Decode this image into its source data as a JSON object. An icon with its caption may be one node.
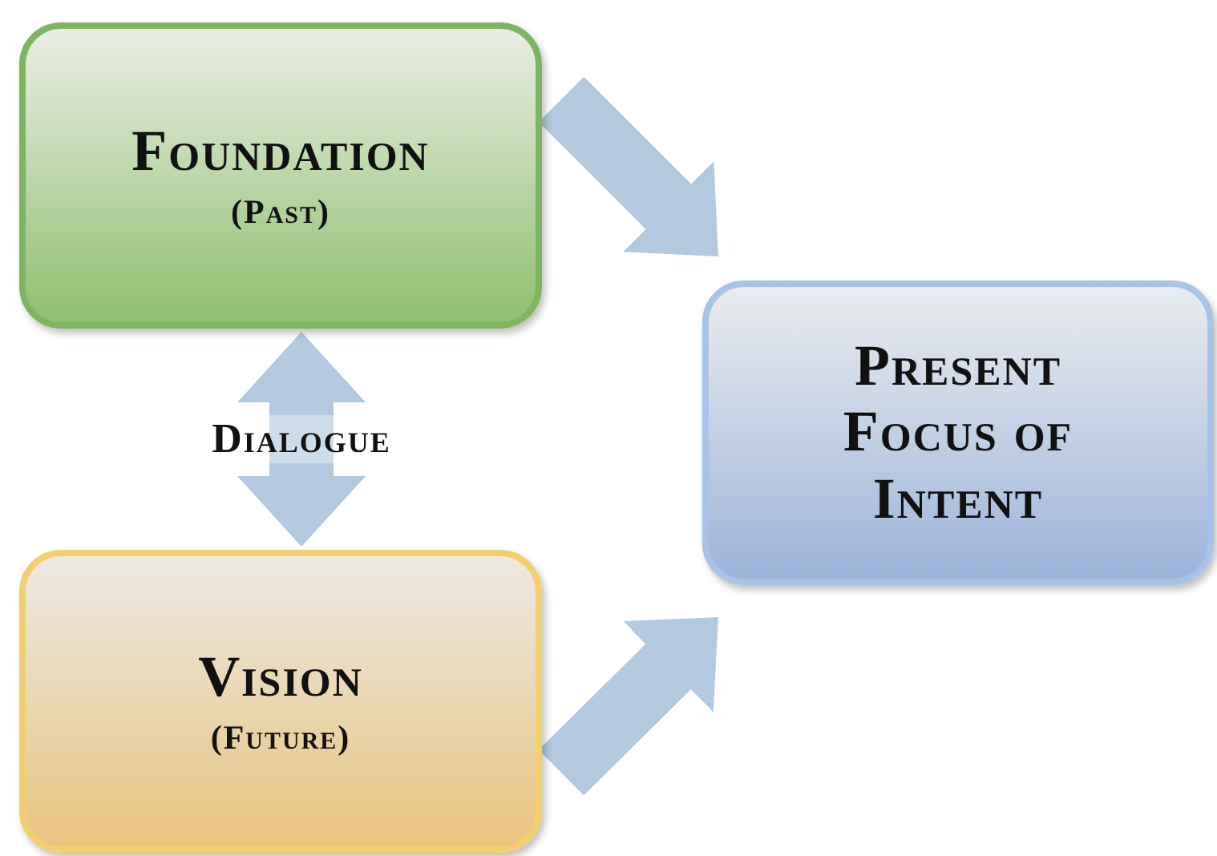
{
  "diagram": {
    "nodes": [
      {
        "text": [
          "Foundation",
          "(Past)"
        ]
      },
      {
        "text": [
          "Present Focus of Intent"
        ]
      },
      {
        "text": [
          "Vision",
          "(Future)"
        ]
      }
    ],
    "edges": [
      {
        "from": 0,
        "to": 1,
        "arrow": "to"
      },
      {
        "from": 0,
        "to": 2,
        "arrow": "both",
        "label": "Dialogue"
      },
      {
        "from": 2,
        "to": 1,
        "arrow": "to"
      }
    ]
  }
}
